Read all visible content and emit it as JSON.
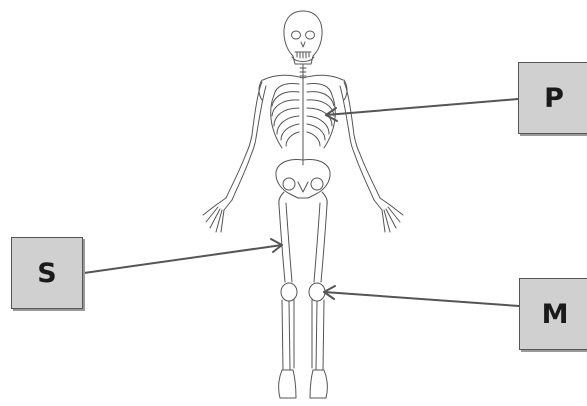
{
  "labels": {
    "p": "P",
    "s": "S",
    "m": "M"
  },
  "colors": {
    "bone_outline": "#555555",
    "pointer_line": "#555555",
    "label_box_fill": "#d0d0d0",
    "label_text": "#1a1a1a"
  }
}
